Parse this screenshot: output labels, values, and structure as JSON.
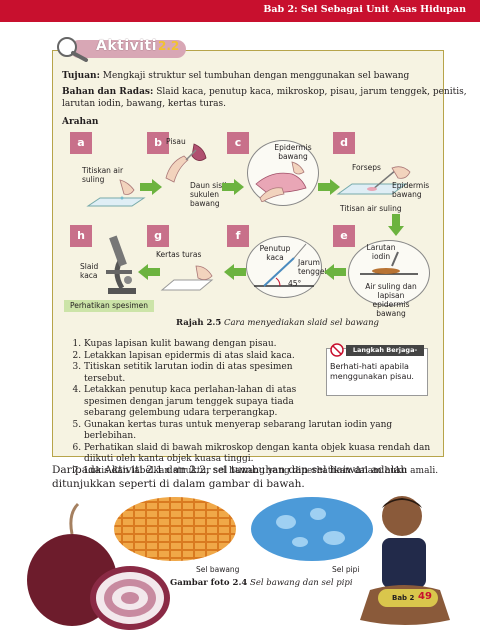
{
  "header": {
    "chapter": "Bab 2: Sel Sebagai Unit Asas Hidupan"
  },
  "activity": {
    "word": "Aktiviti",
    "number": "2.2",
    "aim_label": "Tujuan:",
    "aim_text": " Mengkaji struktur sel tumbuhan dengan menggunakan sel bawang",
    "materials_label": "Bahan dan Radas:",
    "materials_text_1": " Slaid kaca, penutup kaca, mikroskop, pisau, jarum tenggek, penitis,",
    "materials_text_2": "larutan iodin, bawang, kertas turas.",
    "instructions_label": "Arahan"
  },
  "figure": {
    "steps": [
      "a",
      "b",
      "c",
      "d",
      "h",
      "g",
      "f",
      "e"
    ],
    "labels": {
      "pisau": "Pisau",
      "epidermis_bawang": "Epidermis bawang",
      "forseps": "Forseps",
      "titiskan": "Titiskan air suling",
      "daun_sisik": "Daun sisik sukulen bawang",
      "epidermis": "Epidermis bawang",
      "titisan": "Titisan air suling",
      "slaid_kaca": "Slaid kaca",
      "kertas_turas": "Kertas turas",
      "penutup_kaca": "Penutup kaca",
      "jarum_tenggek": "Jarum tenggek",
      "sudut": "45°",
      "larutan_iodin": "Larutan iodin",
      "air_suling": "Air suling dan lapisan epidermis bawang",
      "perhatikan": "Perhatikan spesimen"
    },
    "caption_bold": "Rajah 2.5",
    "caption_italic": " Cara menyediakan slaid sel bawang"
  },
  "safety": {
    "title": "Langkah Berjaga-jaga",
    "text": "Berhati-hati apabila menggunakan pisau."
  },
  "steps_list": [
    "Kupas lapisan kulit bawang dengan pisau.",
    "Letakkan lapisan epidermis di atas slaid kaca.",
    "Titiskan setitik larutan iodin di atas spesimen tersebut.",
    "Letakkan penutup kaca perlahan-lahan di atas spesimen dengan jarum tenggek supaya tiada sebarang gelembung udara terperangkap.",
    "Gunakan kertas turas untuk menyerap sebarang larutan iodin yang berlebihan.",
    "Perhatikan slaid di bawah mikroskop dengan kanta objek kuasa rendah dan diikuti oleh kanta objek kuasa tinggi.",
    "Lukis dan labelkan struktur sel bawang yang diperhatikan dalam buku amali."
  ],
  "paragraph": "Daripada Aktiviti 2.1 dan 2.2, sel tumbuhan dan sel haiwan adalah ditunjukkan seperti di dalam gambar di bawah.",
  "photo": {
    "label_onion": "Sel bawang",
    "label_cheek": "Sel pipi",
    "caption_bold": "Gambar foto 2.4",
    "caption_italic": " Sel bawang dan sel pipi"
  },
  "footer": {
    "chapter": "Bab 2",
    "page": "49"
  },
  "colors": {
    "header": "#c8102e",
    "step_box": "#c8708a",
    "arrow": "#6cb33f",
    "activity_bg": "#f6f3e2"
  }
}
